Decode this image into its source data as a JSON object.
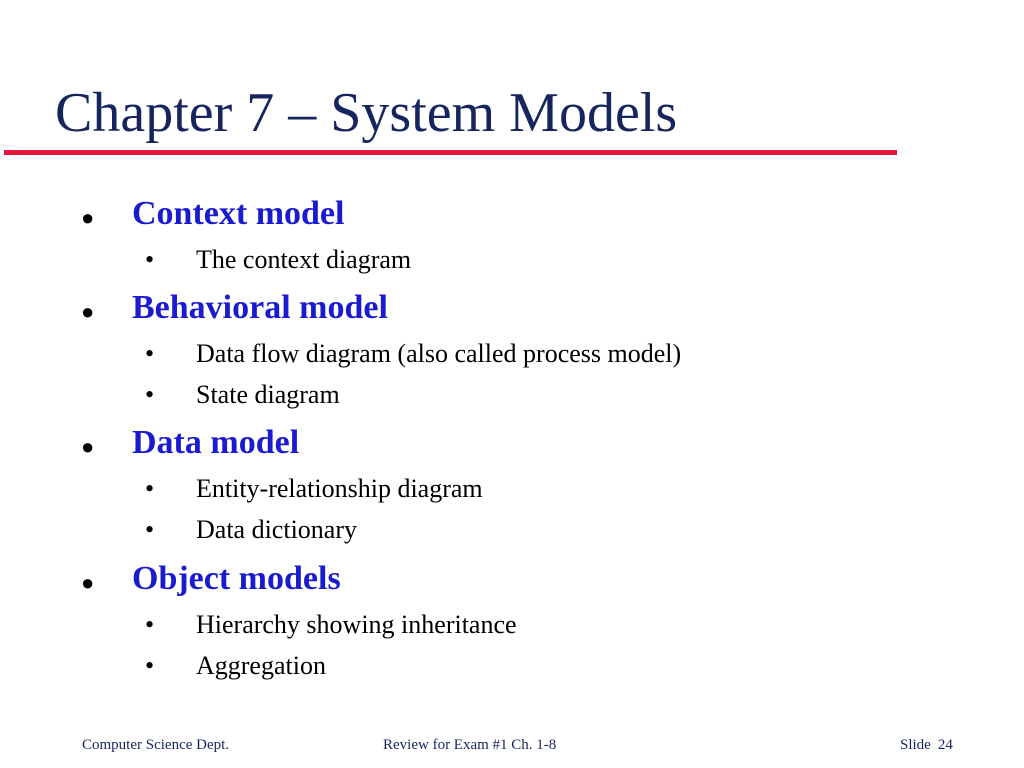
{
  "slide": {
    "title": "Chapter 7 – System Models",
    "colors": {
      "title": "#17255e",
      "rule": "#e8163c",
      "heading": "#1a1ad0",
      "body": "#000000"
    },
    "bullets": {
      "main_icon": "filled-circle-bullet-icon",
      "sub_icon": "small-dot-bullet-icon",
      "main_glyph": "●",
      "sub_glyph": "•"
    },
    "sections": [
      {
        "heading": "Context model",
        "items": [
          "The context diagram"
        ]
      },
      {
        "heading": "Behavioral model",
        "items": [
          "Data flow diagram (also called process model)",
          "State diagram"
        ]
      },
      {
        "heading": "Data model",
        "items": [
          "Entity-relationship diagram",
          "Data dictionary"
        ]
      },
      {
        "heading": "Object models",
        "items": [
          "Hierarchy showing inheritance",
          "Aggregation"
        ]
      }
    ]
  },
  "footer": {
    "left": "Computer Science Dept.",
    "center": "Review for Exam #1 Ch. 1-8",
    "slide_label": "Slide",
    "slide_number": "24"
  }
}
